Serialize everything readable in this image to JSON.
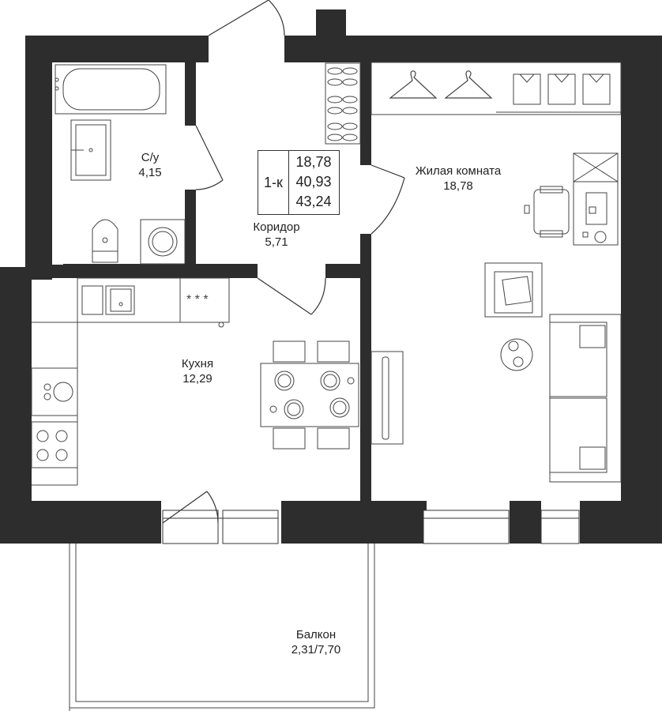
{
  "colors": {
    "wall": "#2d2d2d",
    "line": "#444444",
    "text": "#222222"
  },
  "summary": {
    "type": "1-к",
    "values": [
      "18,78",
      "40,93",
      "43,24"
    ]
  },
  "rooms": {
    "bathroom": {
      "name": "С/у",
      "area": "4,15"
    },
    "corridor": {
      "name": "Коридор",
      "area": "5,71"
    },
    "living": {
      "name": "Жилая комната",
      "area": "18,78"
    },
    "kitchen": {
      "name": "Кухня",
      "area": "12,29"
    },
    "balcony": {
      "name": "Балкон",
      "area": "2,31/7,70"
    }
  },
  "icons": [
    "bathtub-icon",
    "sink-icon",
    "toilet-icon",
    "washing-machine-icon",
    "shoes-icon",
    "hanger-icon",
    "shirt-icon",
    "desk-icon",
    "chair-icon",
    "armchair-icon",
    "sofa-icon",
    "tv-icon",
    "dining-table-icon",
    "stove-icon",
    "door-icon"
  ]
}
